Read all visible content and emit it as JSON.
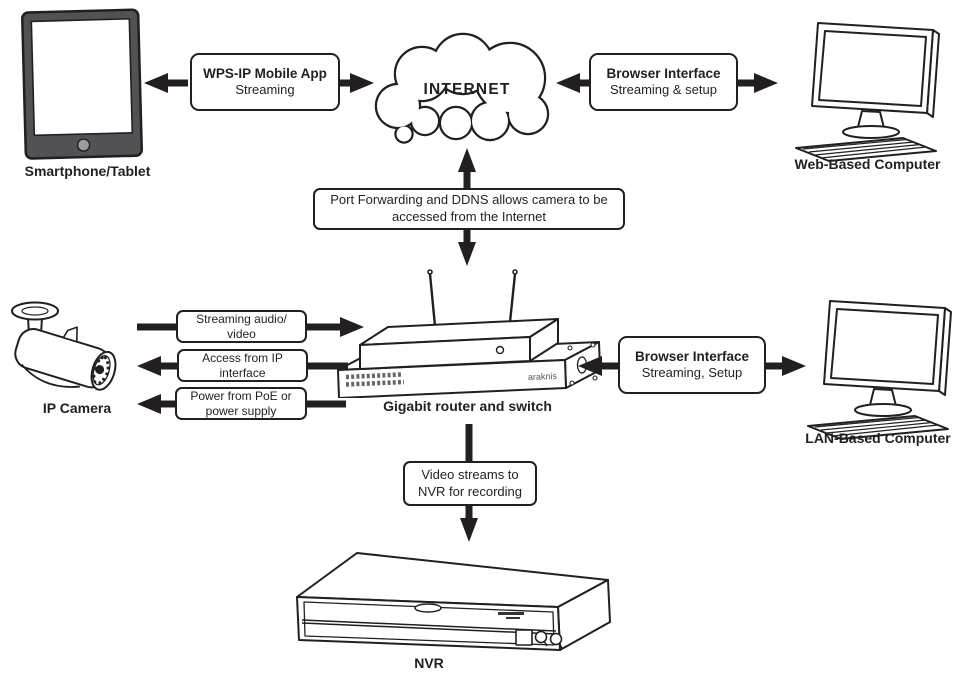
{
  "colors": {
    "ink": "#231f20",
    "background": "#ffffff",
    "tablet_frame": "#515256",
    "tablet_button": "#9b9ca0"
  },
  "devices": {
    "tablet": {
      "label": "Smartphone/Tablet"
    },
    "internet": {
      "label": "INTERNET"
    },
    "web_computer": {
      "label": "Web-Based Computer"
    },
    "ip_camera": {
      "label": "IP Camera"
    },
    "router": {
      "label": "Gigabit router and switch",
      "brand": "araknis"
    },
    "lan_computer": {
      "label": "LAN-Based Computer"
    },
    "nvr": {
      "label": "NVR"
    }
  },
  "links": {
    "mobile_app": {
      "title": "WPS-IP Mobile App",
      "subtitle": "Streaming"
    },
    "web_browser": {
      "title": "Browser Interface",
      "subtitle": "Streaming & setup"
    },
    "port_forwarding": {
      "line1": "Port Forwarding and DDNS allows camera to be",
      "line2": "accessed from the Internet"
    },
    "streaming_av": {
      "line1": "Streaming audio/",
      "line2": "video"
    },
    "access_ip": {
      "line1": "Access from IP",
      "line2": "interface"
    },
    "power_poe": {
      "line1": "Power from PoE or",
      "line2": "power supply"
    },
    "lan_browser": {
      "title": "Browser Interface",
      "subtitle": "Streaming, Setup"
    },
    "video_to_nvr": {
      "line1": "Video streams to",
      "line2": "NVR for recording"
    }
  }
}
